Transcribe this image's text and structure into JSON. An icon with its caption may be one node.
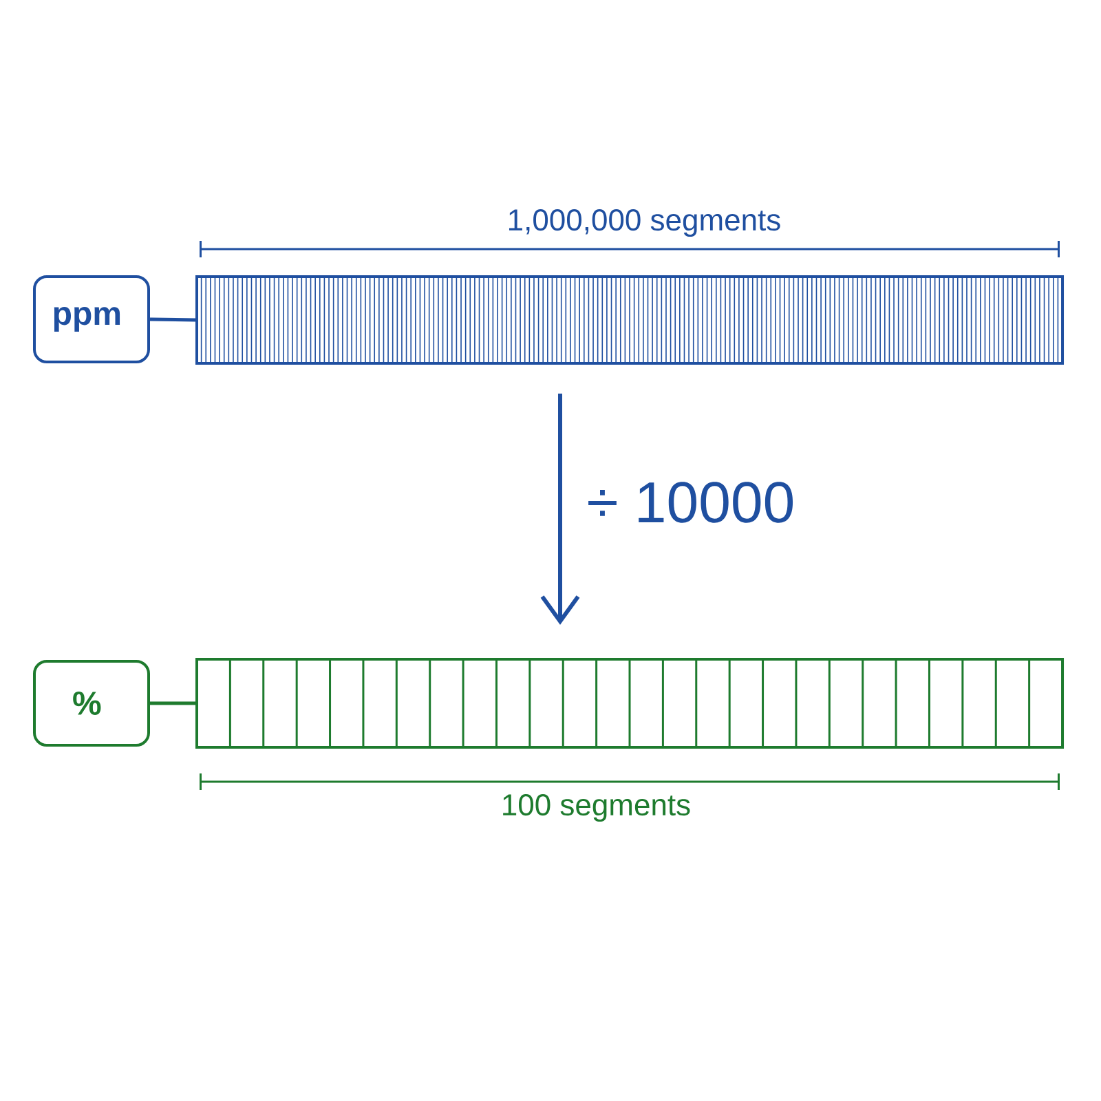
{
  "diagram": {
    "nodes": [
      {
        "text": [
          "ppm"
        ]
      },
      {
        "text": [],
        "shape": "bar"
      },
      {
        "text": [
          "%"
        ]
      },
      {
        "text": [],
        "shape": "bar"
      }
    ],
    "edges": [
      {
        "from": 0,
        "to": 1,
        "arrow": "none"
      },
      {
        "from": 1,
        "to": 3,
        "arrow": "to",
        "label": "÷ 10000"
      },
      {
        "from": 2,
        "to": 3,
        "arrow": "none",
        "color": "#1e7b2e"
      }
    ],
    "labels": [
      "1,000,000 segments",
      "100 segments"
    ]
  }
}
